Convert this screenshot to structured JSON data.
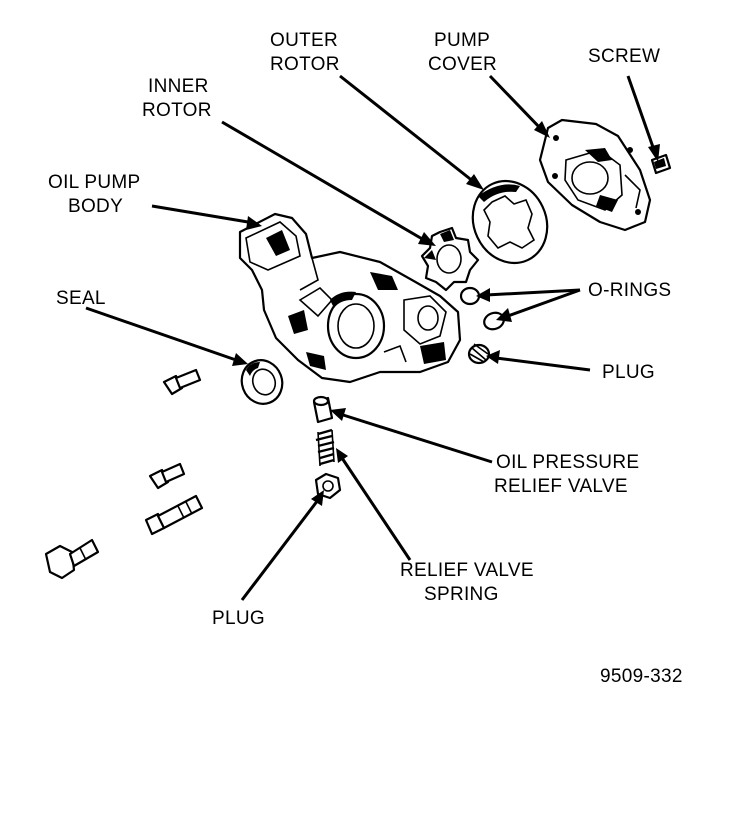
{
  "labels": {
    "outer_rotor": [
      "OUTER",
      "ROTOR"
    ],
    "pump_cover": [
      "PUMP",
      "COVER"
    ],
    "screw": [
      "SCREW"
    ],
    "inner_rotor": [
      "INNER",
      "ROTOR"
    ],
    "oil_pump_body": [
      "OIL PUMP",
      "BODY"
    ],
    "o_rings": [
      "O-RINGS"
    ],
    "seal": [
      "SEAL"
    ],
    "plug_right": [
      "PLUG"
    ],
    "oil_pressure_relief_valve": [
      "OIL  PRESSURE",
      "RELIEF VALVE"
    ],
    "relief_valve_spring": [
      "RELIEF VALVE",
      "SPRING"
    ],
    "plug_bottom": [
      "PLUG"
    ]
  },
  "figure_number": "9509-332"
}
